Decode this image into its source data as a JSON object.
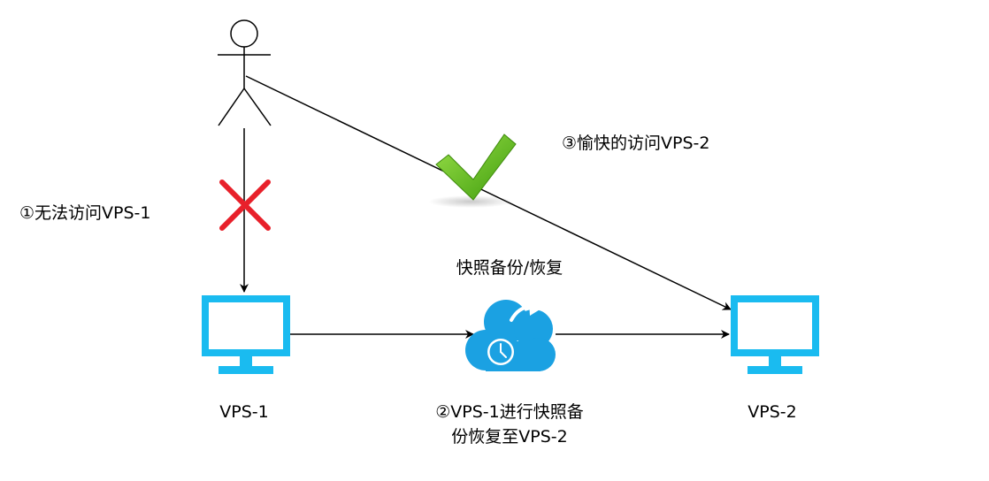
{
  "labels": {
    "step1": "①无法访问VPS-1",
    "step2_line1": "②VPS-1进行快照备",
    "step2_line2": "份恢复至VPS-2",
    "step3": "③愉快的访问VPS-2",
    "snapshot": "快照备份/恢复",
    "vps1": "VPS-1",
    "vps2": "VPS-2"
  },
  "nodes": [
    {
      "id": "user",
      "kind": "actor",
      "icon": "stick-figure-icon"
    },
    {
      "id": "vps1",
      "kind": "monitor",
      "icon": "monitor-icon"
    },
    {
      "id": "snapshot",
      "kind": "cloud",
      "icon": "cloud-clock-icon"
    },
    {
      "id": "vps2",
      "kind": "monitor",
      "icon": "monitor-icon"
    }
  ],
  "edges": [
    {
      "from": "user",
      "to": "vps1",
      "status": "blocked",
      "marker": "red-x-icon"
    },
    {
      "from": "user",
      "to": "vps2",
      "status": "ok",
      "marker": "green-check-icon"
    },
    {
      "from": "vps1",
      "to": "snapshot"
    },
    {
      "from": "snapshot",
      "to": "vps2"
    }
  ],
  "colors": {
    "monitor": "#1ABBF0",
    "cloud": "#1BA1E2",
    "cross": "#E8202A",
    "check": "#5DBB18",
    "line": "#000000"
  }
}
